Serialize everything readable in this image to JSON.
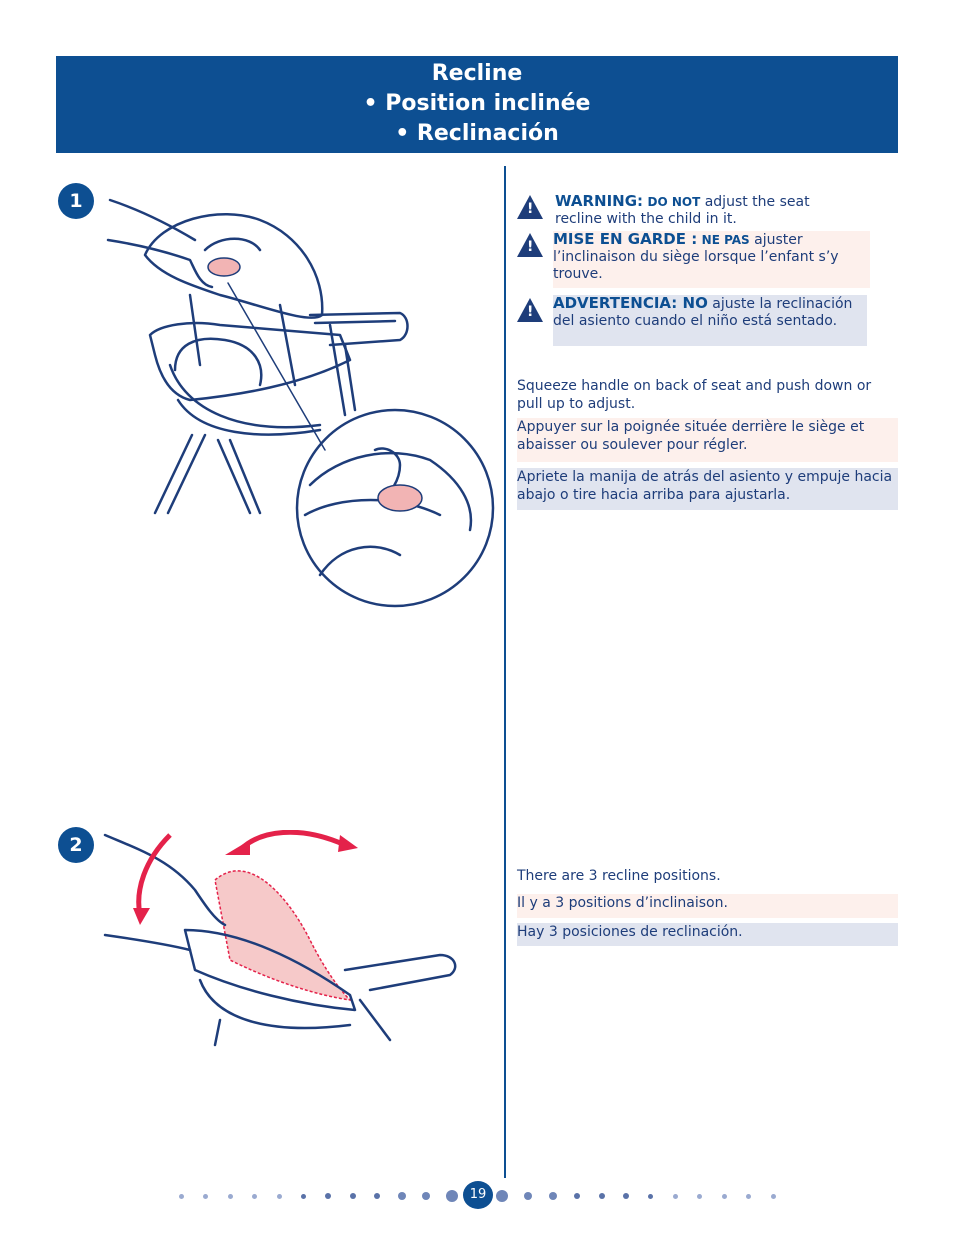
{
  "header": {
    "line1": "Recline",
    "line2": "• Position inclinée",
    "line3": "• Reclinación"
  },
  "steps": {
    "step1": "1",
    "step2": "2"
  },
  "warnings": {
    "en": {
      "heading": "WARNING:",
      "caps": "DO NOT",
      "text": " adjust the seat recline with the child in it."
    },
    "fr": {
      "heading": "MISE EN GARDE :",
      "caps": "NE PAS",
      "text": " ajuster l’inclinaison du siège lorsque l’enfant s’y trouve."
    },
    "es": {
      "heading": "ADVERTENCIA: NO",
      "text": " ajuste la reclinación del asiento cuando el niño está sentado."
    }
  },
  "step1_text": {
    "en": "Squeeze handle on back of seat and push down or pull up to adjust.",
    "fr": "Appuyer sur la poignée située derrière le siège et abaisser ou soulever pour régler.",
    "es": "Apriete la manija de atrás del asiento y empuje hacia abajo o tire hacia arriba para ajustarla."
  },
  "step2_text": {
    "en": "There are 3 recline positions.",
    "fr": "Il y a 3 positions d’inclinaison.",
    "es": "Hay 3 posiciones de reclinación."
  },
  "footer": {
    "page_number": "19"
  },
  "colors": {
    "brand_blue": "#0d4f92",
    "french_bg": "#fdf0ec",
    "spanish_bg": "#e0e4ef",
    "arrow_red": "#e4224a"
  }
}
